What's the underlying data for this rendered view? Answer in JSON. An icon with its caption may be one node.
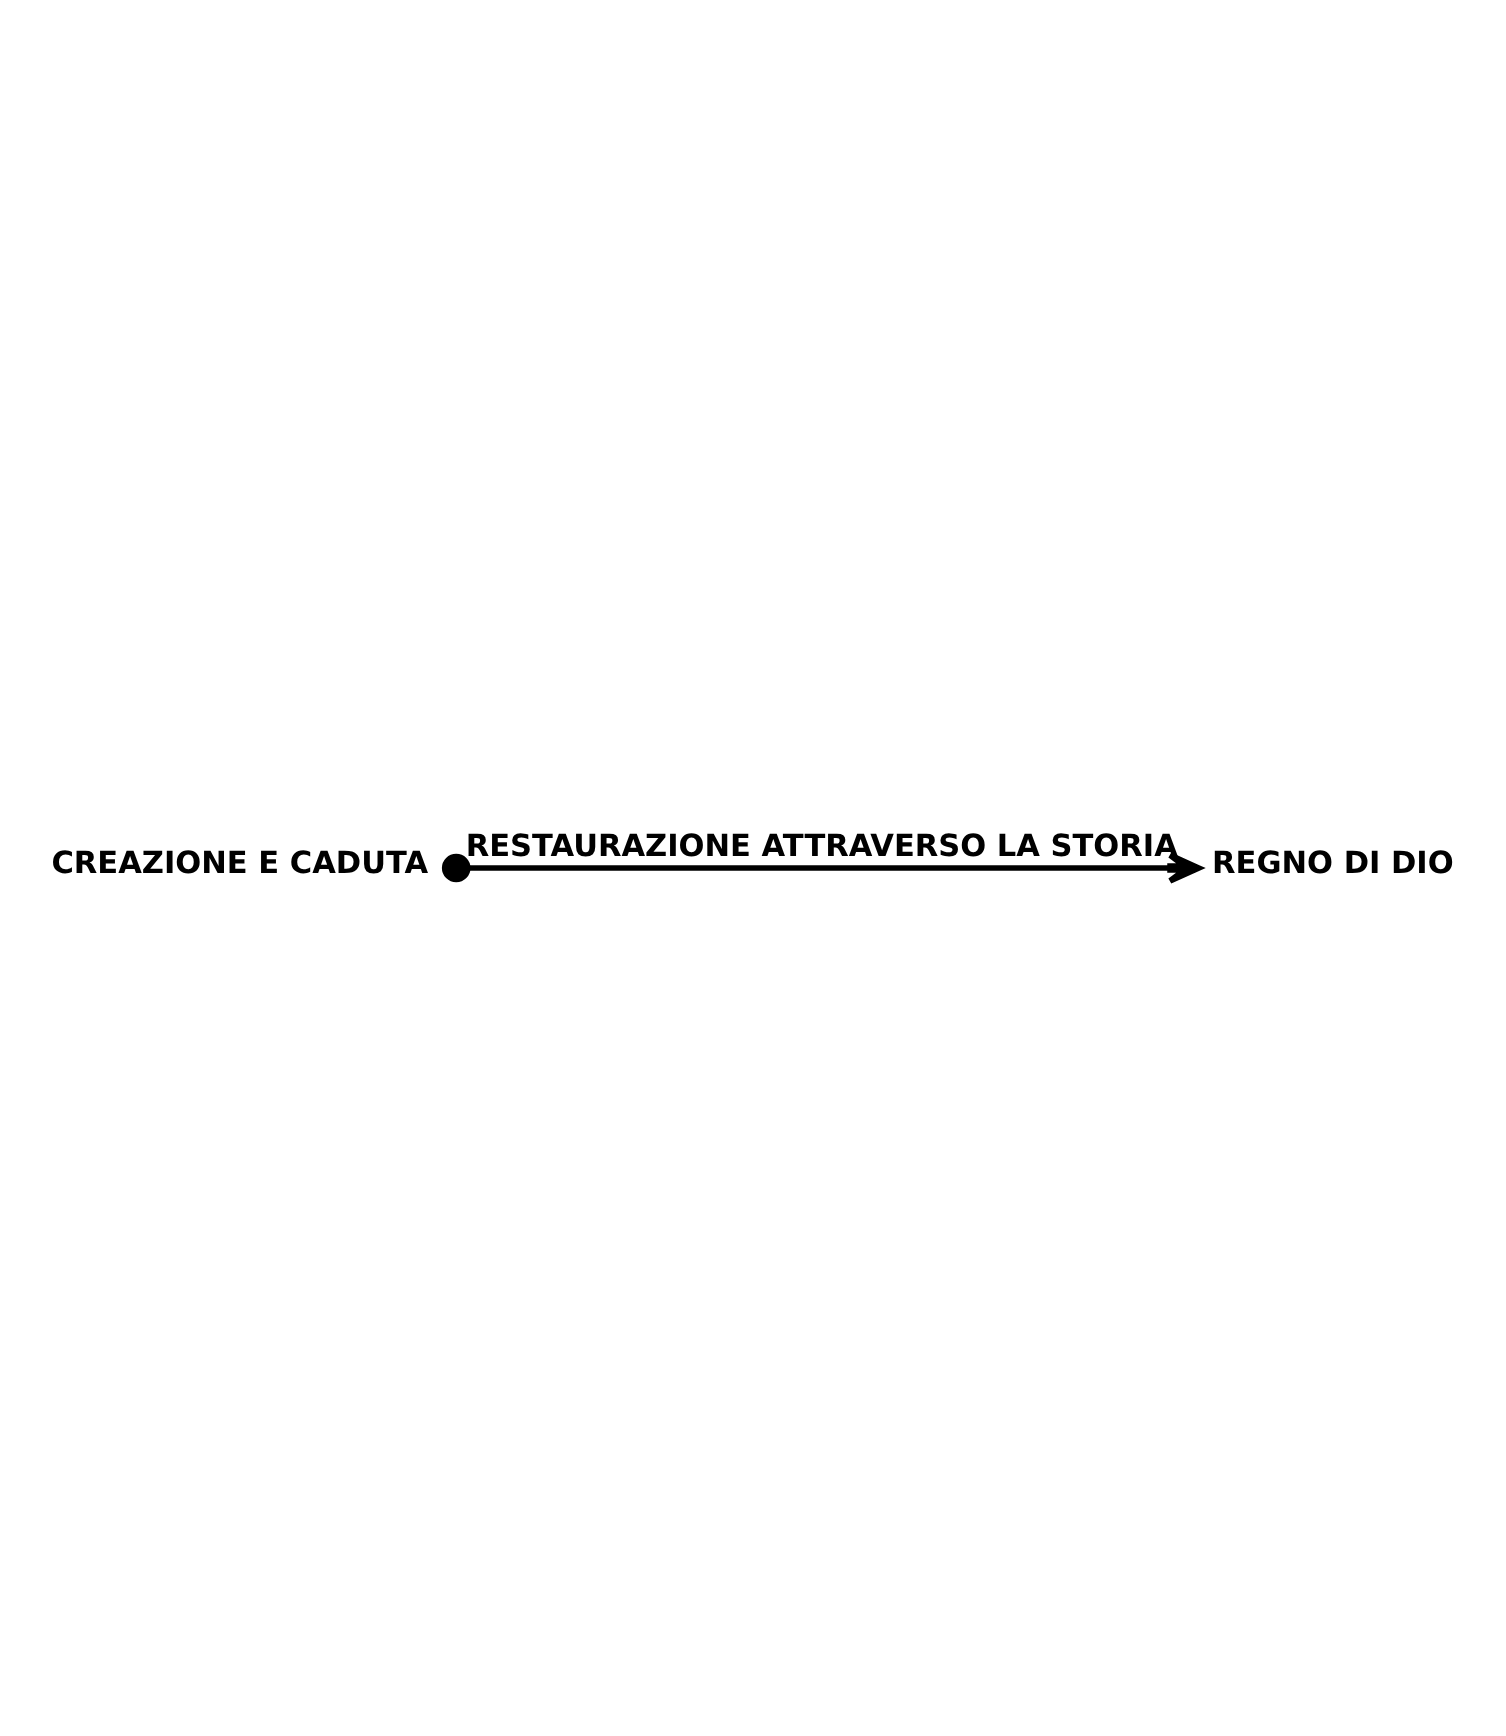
{
  "diagram": {
    "nodes": [
      {
        "text": [
          "REGNO DI DIO"
        ]
      },
      {
        "text": [
          "CREAZIONE E CADUTA"
        ]
      }
    ],
    "edges": [
      {
        "from": 1,
        "to": 0,
        "arrow": "to",
        "label": "RESTAURAZIONE ATTRAVERSO LA STORIA"
      }
    ]
  }
}
